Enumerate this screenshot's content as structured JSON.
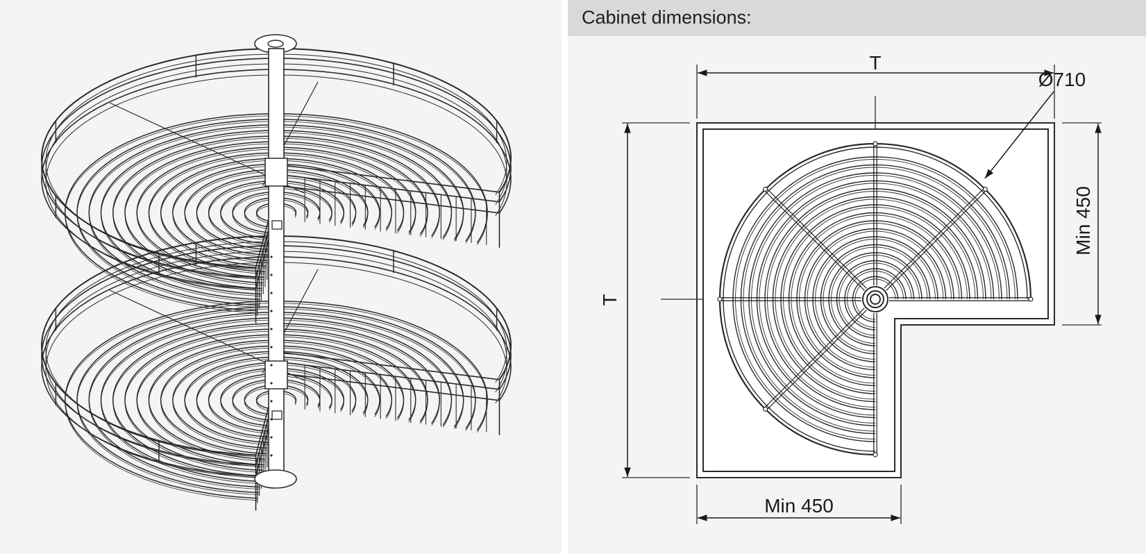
{
  "header": {
    "title": "Cabinet dimensions:"
  },
  "dimensions": {
    "top_width": "T",
    "left_height": "T",
    "diameter": "Ø710",
    "right_min": "Min 450",
    "bottom_min": "Min 450"
  },
  "colors": {
    "panel_background": "#f3f4f6",
    "header_background": "#d8d9db",
    "line": "#2a2a2a",
    "fill": "#ffffff"
  }
}
